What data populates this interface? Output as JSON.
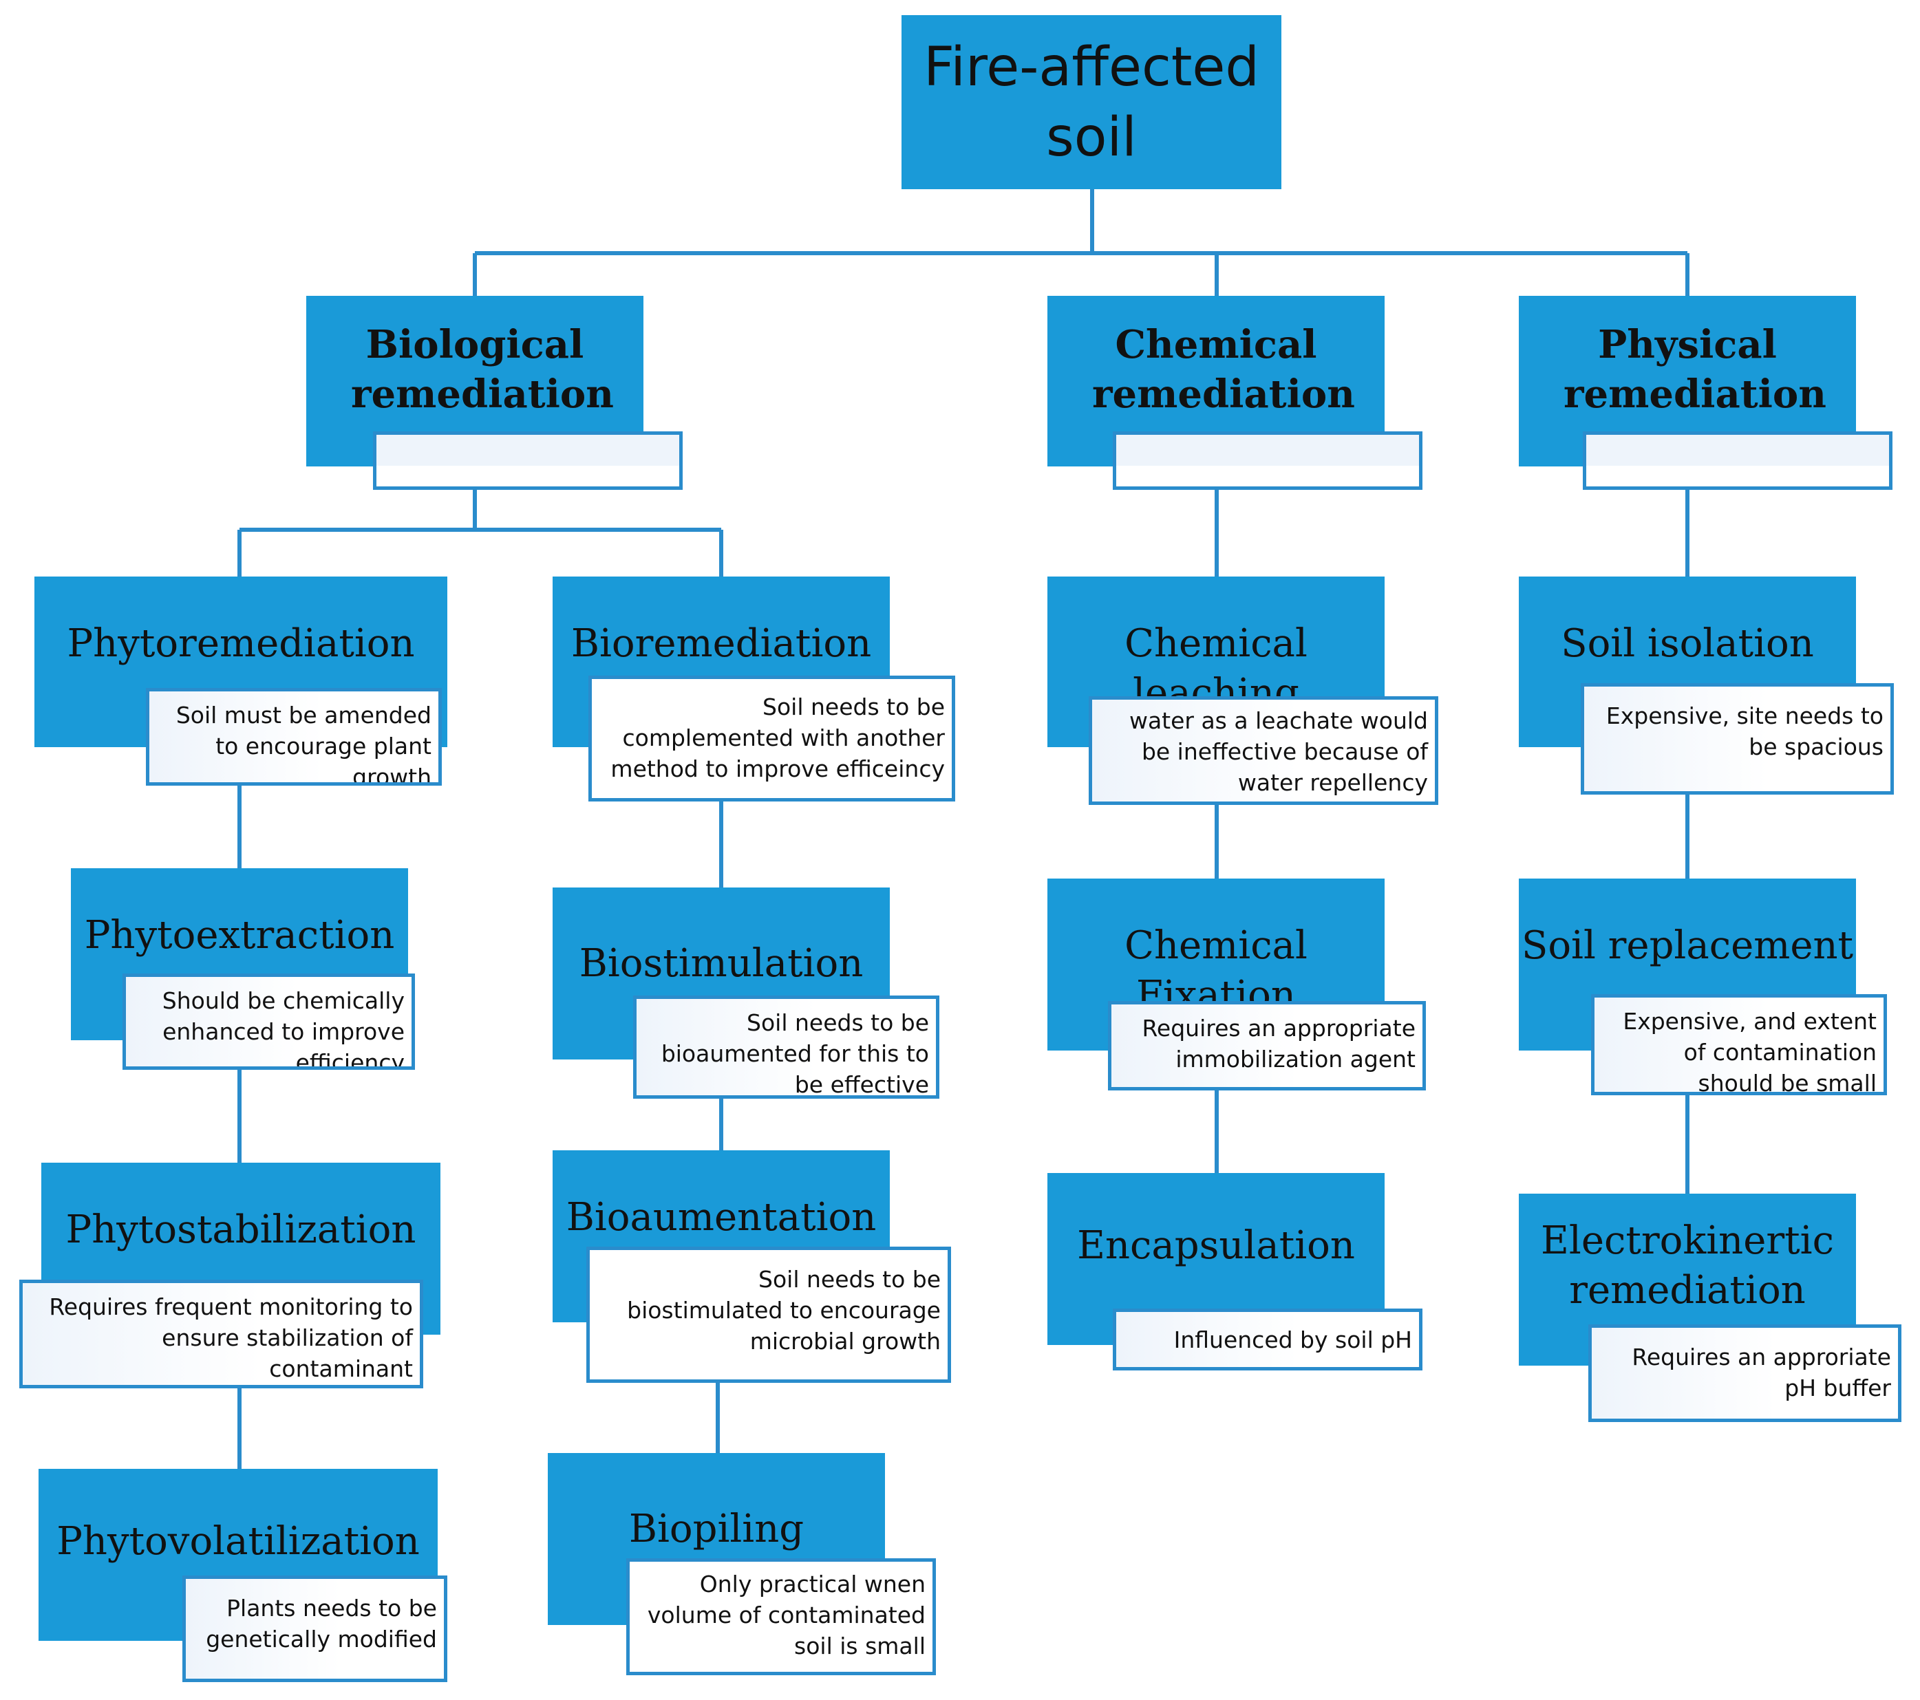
{
  "title": "Fire-affected soil",
  "categories": [
    {
      "label": "Biological remediation"
    },
    {
      "label": "Chemical remediation"
    },
    {
      "label": "Physical remediation"
    }
  ],
  "methods": [
    {
      "label": "Phytoremediation",
      "note": "Soil must be amended to encourage plant growth"
    },
    {
      "label": "Phytoextraction",
      "note": "Should be chemically enhanced to improve efficiency"
    },
    {
      "label": "Phytostabilization",
      "note": "Requires frequent monitoring to ensure stabilization of contaminant"
    },
    {
      "label": "Phytovolatilization",
      "note": "Plants needs to be genetically modified"
    },
    {
      "label": "Bioremediation",
      "note": "Soil needs to be complemented with another method to improve efficeincy"
    },
    {
      "label": "Biostimulation",
      "note": "Soil needs to be bioaumented for this to be effective"
    },
    {
      "label": "Bioaumentation",
      "note": "Soil needs to be biostimulated to encourage microbial growth"
    },
    {
      "label": "Biopiling",
      "note": "Only practical wnen volume of contaminated soil is small"
    },
    {
      "label": "Chemical leaching",
      "note": "water as a leachate would be ineffective because of water repellency"
    },
    {
      "label": "Chemical Fixation",
      "note": "Requires an appropriate immobilization agent"
    },
    {
      "label": "Encapsulation",
      "note": "Influenced by soil pH"
    },
    {
      "label": "Soil isolation",
      "note": "Expensive, site needs to be spacious"
    },
    {
      "label": "Soil replacement",
      "note": "Expensive, and extent of contamination should be small"
    },
    {
      "label": "Electrokinertic remediation",
      "note": "Requires an approriate pH buffer"
    }
  ],
  "colors": {
    "box_fill": "#1a9ad8",
    "connector": "#2a8ccc",
    "note_border": "#2a8ccc"
  }
}
